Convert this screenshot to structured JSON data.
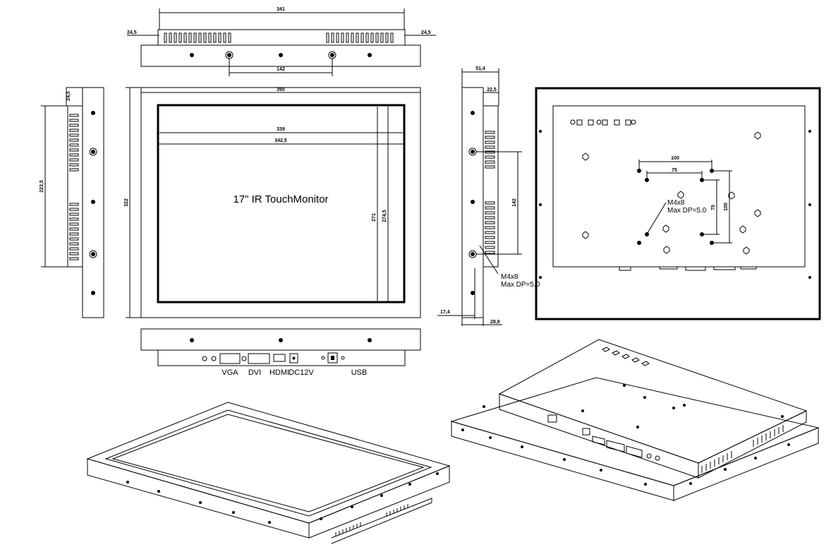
{
  "title": "17\" IR TouchMonitor",
  "dimensions": {
    "top_width": "341",
    "top_left_offset": "24,5",
    "top_right_offset": "24,5",
    "top_hole_spacing": "142",
    "front_width": "390",
    "front_height": "322",
    "active_width": "339",
    "bezel_width": "342,5",
    "active_height": "271",
    "bezel_height": "274,5",
    "left_top_offset": "24,5",
    "left_height": "223,5",
    "side_depth": "51,4",
    "side_top": "22,5",
    "side_hole_spacing": "142",
    "side_bottom_left": "17,4",
    "side_bottom_right": "28,9",
    "vesa_outer": "100",
    "vesa_inner": "75",
    "vesa_inner_v": "75",
    "vesa_outer_v": "100"
  },
  "notes": {
    "side_screw_1": "M4x8",
    "side_screw_2": "Max DP=5.0",
    "back_screw_1": "M4x8",
    "back_screw_2": "Max DP=5.0"
  },
  "connectors": {
    "vga": "VGA",
    "dvi": "DVI",
    "hdmi": "HDMI",
    "dc": "DC12V",
    "usb": "USB"
  }
}
